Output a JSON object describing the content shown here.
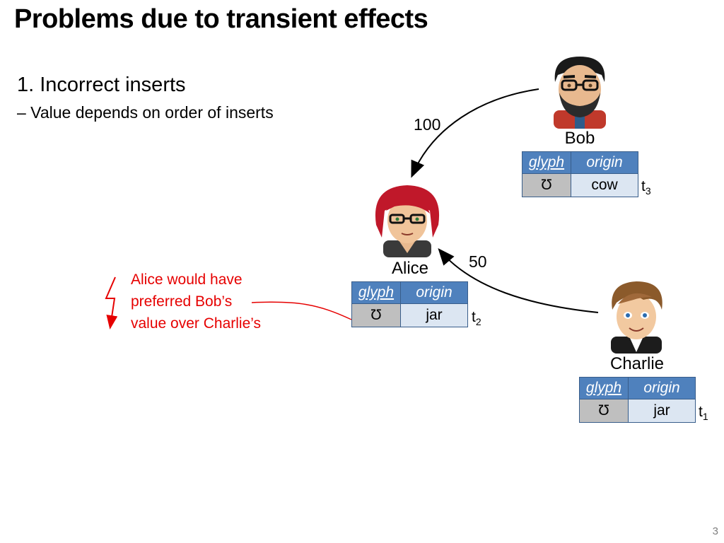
{
  "title": "Problems due to transient effects",
  "bullets": {
    "level1": "1. Incorrect inserts",
    "level2": "– Value depends on order of inserts"
  },
  "edges": [
    {
      "from": "Bob",
      "to": "Alice",
      "label": "100"
    },
    {
      "from": "Charlie",
      "to": "Alice",
      "label": "50"
    }
  ],
  "peers": {
    "bob": {
      "name": "Bob",
      "col_glyph": "glyph",
      "col_origin": "origin",
      "glyph_value": "Ʊ",
      "origin_value": "cow",
      "time": "t",
      "time_sub": "3"
    },
    "alice": {
      "name": "Alice",
      "col_glyph": "glyph",
      "col_origin": "origin",
      "glyph_value": "Ʊ",
      "origin_value": "jar",
      "time": "t",
      "time_sub": "2"
    },
    "charlie": {
      "name": "Charlie",
      "col_glyph": "glyph",
      "col_origin": "origin",
      "glyph_value": "Ʊ",
      "origin_value": "jar",
      "time": "t",
      "time_sub": "1"
    }
  },
  "note": {
    "lines": [
      "Alice would have",
      "preferred Bob’s",
      "value over Charlie’s"
    ],
    "color": "#e60000"
  },
  "header_color": "#4f81bd",
  "page_number": "3"
}
